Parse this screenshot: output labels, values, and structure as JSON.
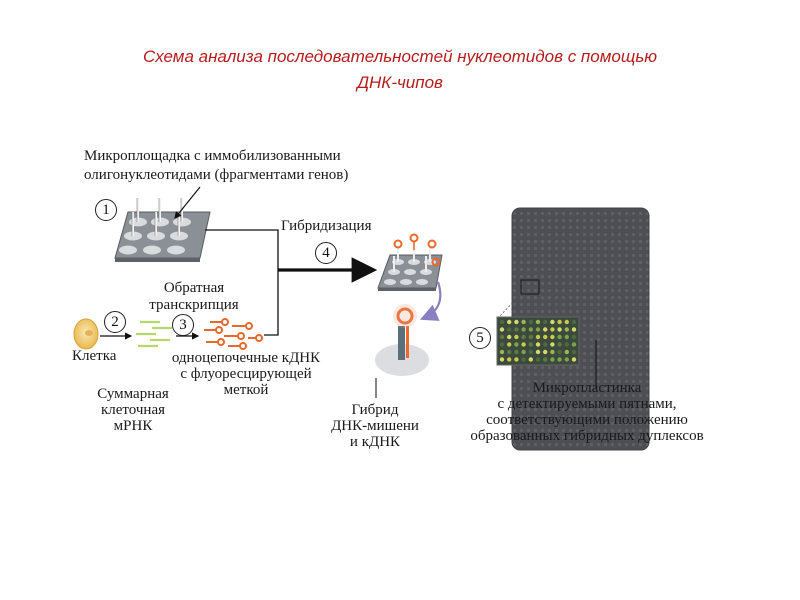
{
  "title": {
    "line1": "Схема анализа последовательностей нуклеотидов с помощью",
    "line2": "ДНК-чипов"
  },
  "labels": {
    "microplatform_line1": "Микроплощадка с иммобилизованными",
    "microplatform_line2": "олигонуклеотидами (фрагментами генов)",
    "hybridization": "Гибридизация",
    "reverse_line1": "Обратная",
    "reverse_line2": "транскрипция",
    "cell": "Клетка",
    "ssdna_line1": "одноцепочечные кДНК",
    "ssdna_line2": "с флуоресцирующей",
    "ssdna_line3": "меткой",
    "mrna_line1": "Суммарная",
    "mrna_line2": "клеточная",
    "mrna_line3": "мРНК",
    "hybrid_line1": "Гибрид",
    "hybrid_line2": "ДНК-мишени",
    "hybrid_line3": "и  кДНК",
    "microplate_line1": "Микропластинка",
    "microplate_line2": "с детектируемыми пятнами,",
    "microplate_line3": "соответствующими  положению",
    "microplate_line4": "образованных гибридных дуплексов"
  },
  "steps": [
    "1",
    "2",
    "3",
    "4",
    "5"
  ],
  "colors": {
    "title": "#b71c1c",
    "probe_orange": "#e8692a",
    "cell_yellow": "#f2d27a",
    "mrna_green": "#b8d86a",
    "chip_gray": "#7a7e86",
    "arrow_purple": "#8a7fc0"
  }
}
